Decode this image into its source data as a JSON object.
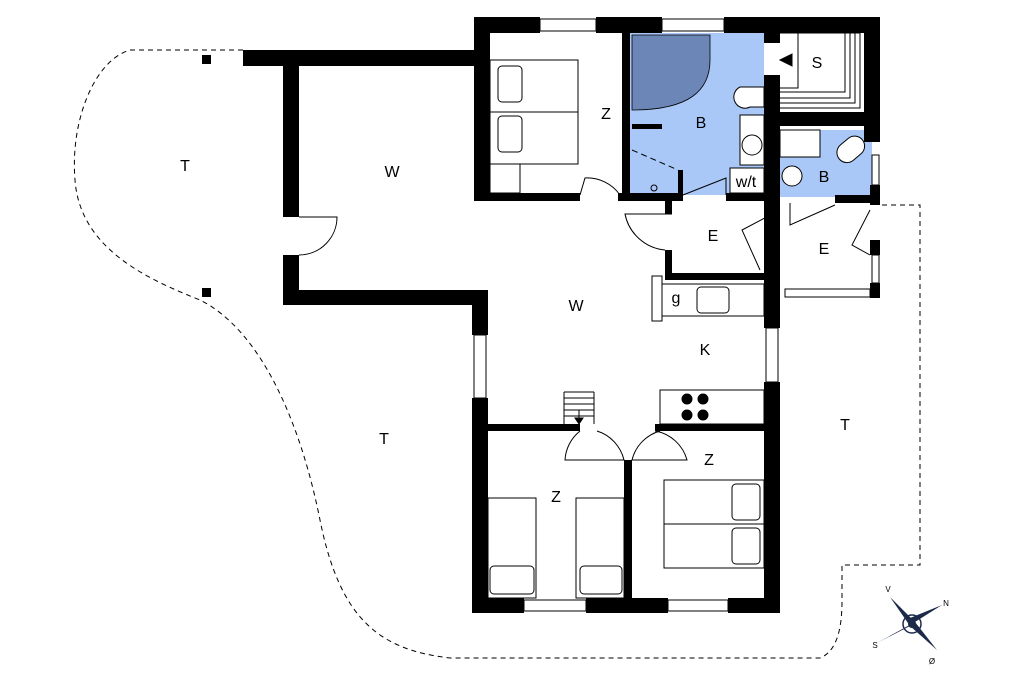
{
  "rooms": {
    "terrace_left": "T",
    "terrace_bottom": "T",
    "terrace_right": "T",
    "living_top": "W",
    "living_center": "W",
    "bedroom_top": "Z",
    "bathroom_main": "B",
    "bathroom_small": "B",
    "sauna": "S",
    "toilet": "w/t",
    "entry_left": "E",
    "entry_right": "E",
    "kitchen": "K",
    "kitchen_g": "g",
    "bedroom_bottom_left": "Z",
    "bedroom_bottom_right": "Z"
  },
  "compass": {
    "north": "N",
    "south": "S",
    "west": "V",
    "east": "Ø"
  },
  "colors": {
    "bath": "#a9c8f7",
    "shower": "#6d86b8",
    "wall": "#000000"
  }
}
